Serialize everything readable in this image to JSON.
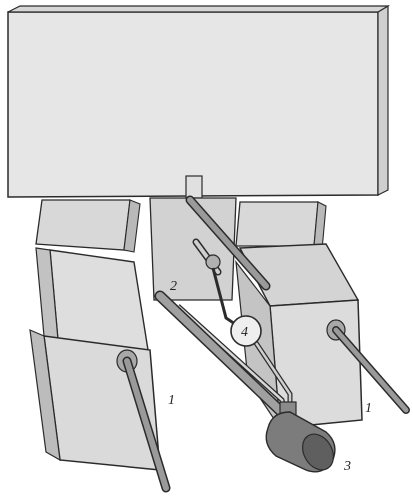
{
  "labels": {
    "rod_left": "1",
    "rod_right": "1",
    "valve": "2",
    "tank": "3",
    "gauge": "4"
  },
  "colors": {
    "paper": "#e9e9e9",
    "block_face": "#dcdcdc",
    "block_side": "#bdbdbd",
    "block_dark": "#9e9e9e",
    "outline": "#2b2b2b",
    "rod": "#8c8c8c",
    "tank": "#7a7a7a"
  }
}
